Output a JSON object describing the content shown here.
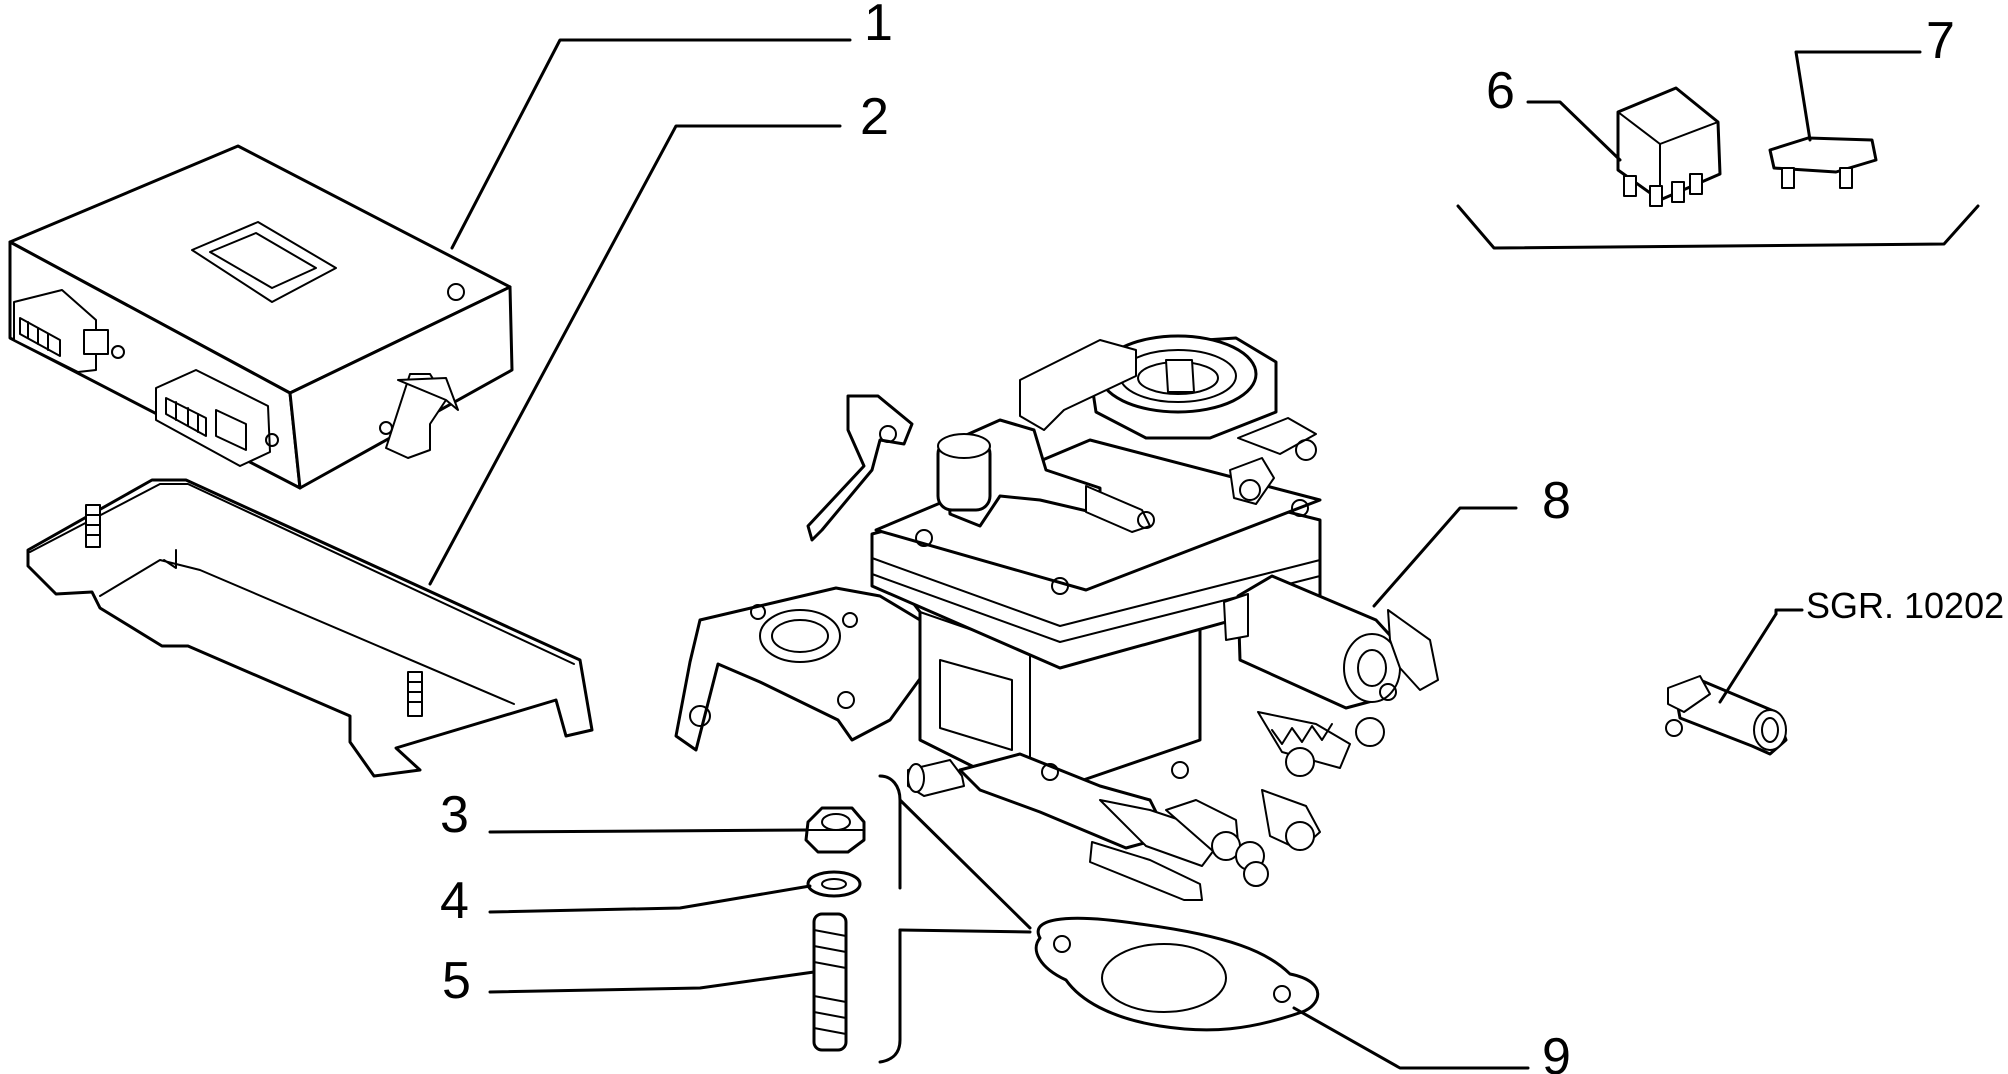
{
  "diagram": {
    "reference_code": "SGR. 10202",
    "callouts": [
      {
        "id": "1",
        "label": "1"
      },
      {
        "id": "2",
        "label": "2"
      },
      {
        "id": "3",
        "label": "3"
      },
      {
        "id": "4",
        "label": "4"
      },
      {
        "id": "5",
        "label": "5"
      },
      {
        "id": "6",
        "label": "6"
      },
      {
        "id": "7",
        "label": "7"
      },
      {
        "id": "8",
        "label": "8"
      },
      {
        "id": "9",
        "label": "9"
      }
    ],
    "line_color": "#000000",
    "background_color": "#ffffff"
  }
}
